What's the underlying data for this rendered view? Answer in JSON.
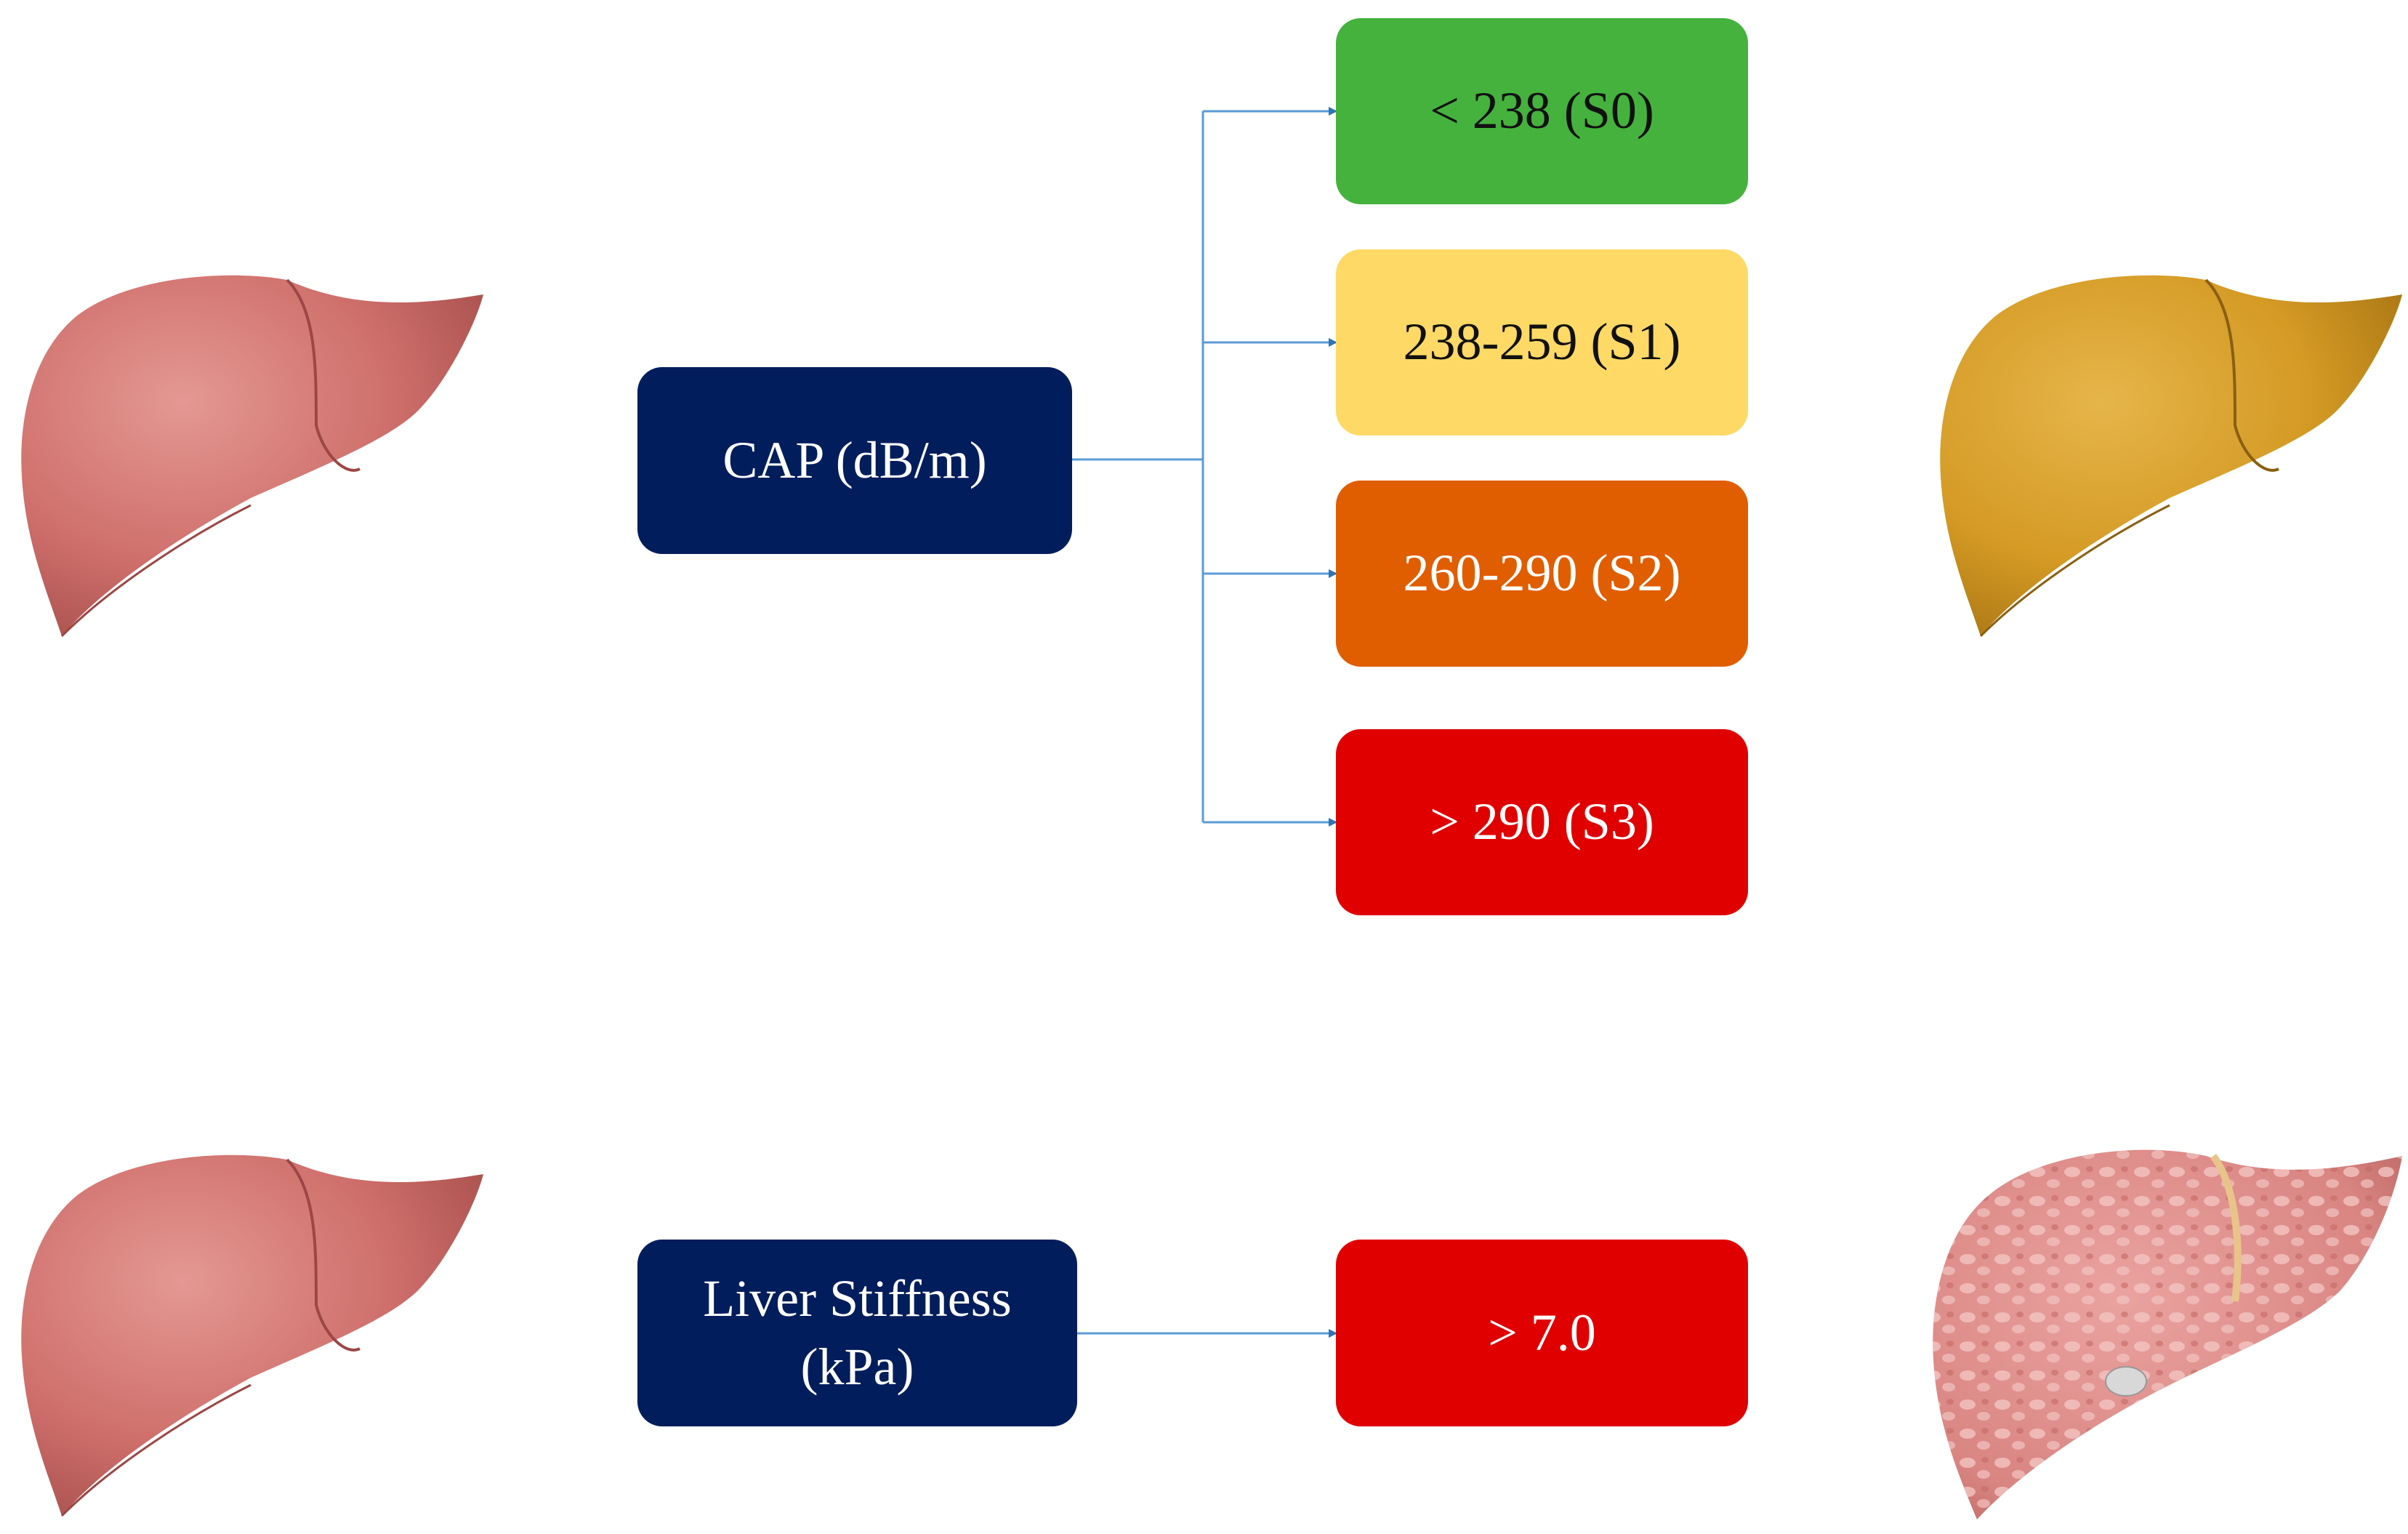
{
  "colors": {
    "source_box": "#021d5c",
    "line": "#5b9bd5",
    "arrow": "#2e75b6",
    "healthy_liver": "#cf6f6b",
    "fatty_liver": "#d49a24",
    "fibrotic_liver": "#d98582"
  },
  "cap": {
    "label": "CAP (dB/m)",
    "grades": [
      {
        "label": "< 238 (S0)",
        "color": "#45b23d",
        "text_color": "#111111"
      },
      {
        "label": "238-259 (S1)",
        "color": "#ffd966",
        "text_color": "#111111"
      },
      {
        "label": "260-290 (S2)",
        "color": "#e05d00",
        "text_color": "#ffffff"
      },
      {
        "label": "> 290 (S3)",
        "color": "#e00000",
        "text_color": "#ffffff"
      }
    ],
    "left_icon": "healthy-liver",
    "right_icon": "fatty-liver"
  },
  "stiffness": {
    "label_line1": "Liver Stiffness",
    "label_line2": "(kPa)",
    "threshold": {
      "label": "> 7.0",
      "color": "#e00000",
      "text_color": "#ffffff"
    },
    "left_icon": "healthy-liver",
    "right_icon": "fibrotic-liver"
  }
}
